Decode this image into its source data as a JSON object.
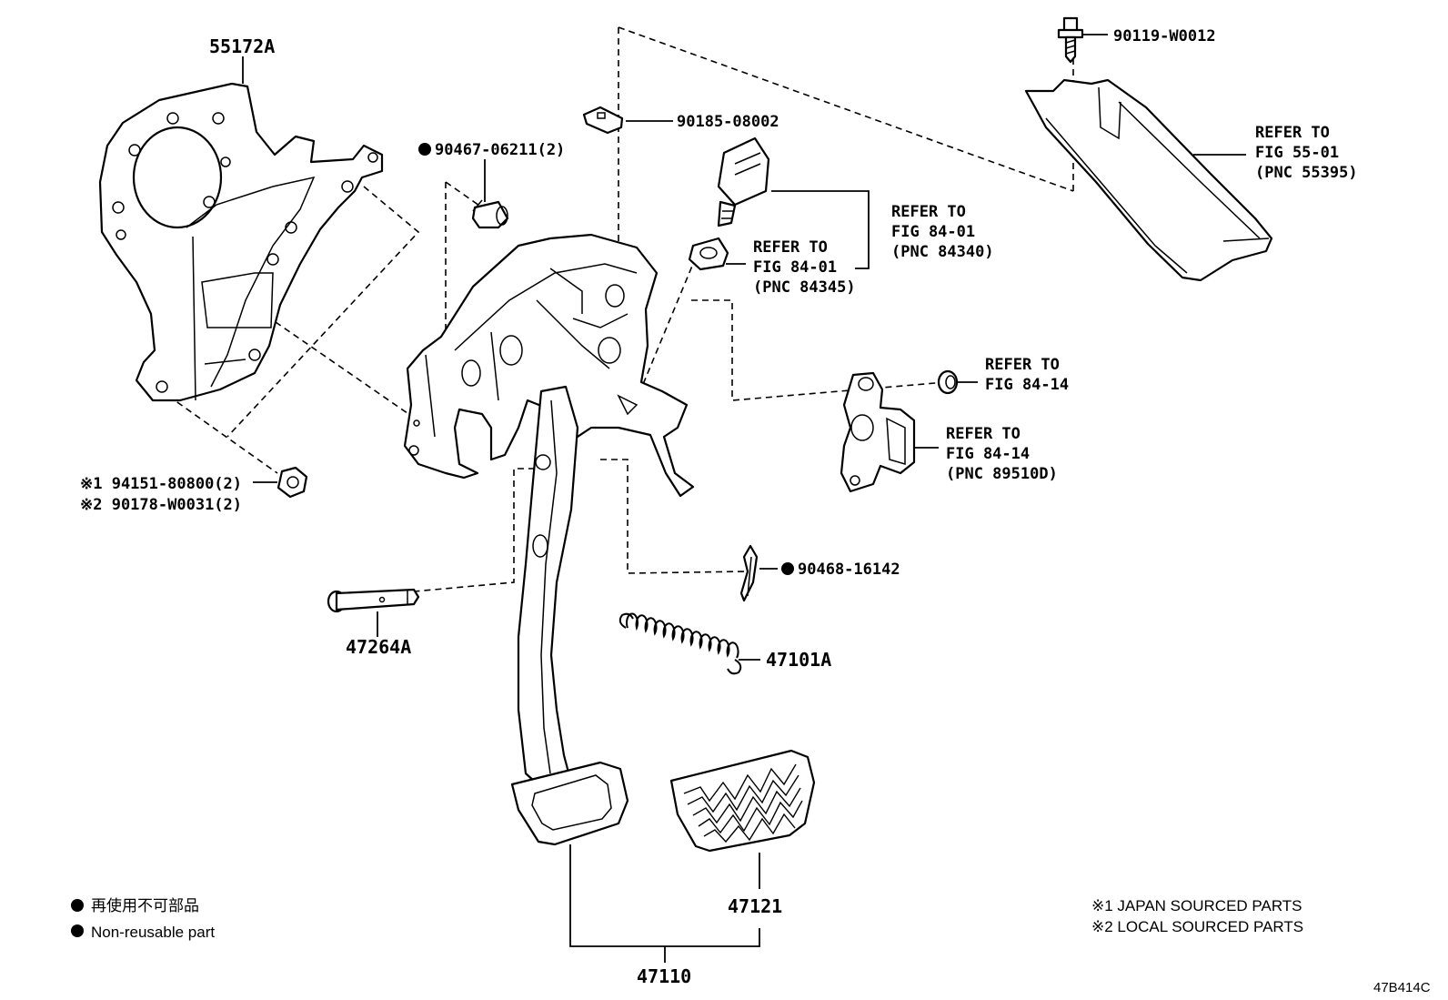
{
  "diagram_id": "47B414C",
  "labels": {
    "bracket": "55172A",
    "clip_top": "90185-08002",
    "stopper": "90467-06211(2)",
    "bolt_top_right": "90119-W0012",
    "refer_55395": [
      "REFER TO",
      "FIG 55-01",
      "(PNC 55395)"
    ],
    "refer_84340": [
      "REFER TO",
      "FIG 84-01",
      "(PNC 84340)"
    ],
    "refer_84345": [
      "REFER TO",
      "FIG 84-01",
      "(PNC 84345)"
    ],
    "refer_84_14_nut": [
      "REFER TO",
      "FIG 84-14"
    ],
    "refer_89510": [
      "REFER TO",
      "FIG 84-14",
      "(PNC 89510D)"
    ],
    "nut_jp": "※1 94151-80800(2)",
    "nut_local": "※2 90178-W0031(2)",
    "pin_clip": "90468-16142",
    "pin": "47264A",
    "spring": "47101A",
    "pad": "47121",
    "pedal_assy": "47110"
  },
  "legend": {
    "jp": "再使用不可部品",
    "en": "Non-reusable part"
  },
  "sourcing": {
    "japan": "※1 JAPAN SOURCED PARTS",
    "local": "※2 LOCAL SOURCED PARTS"
  }
}
